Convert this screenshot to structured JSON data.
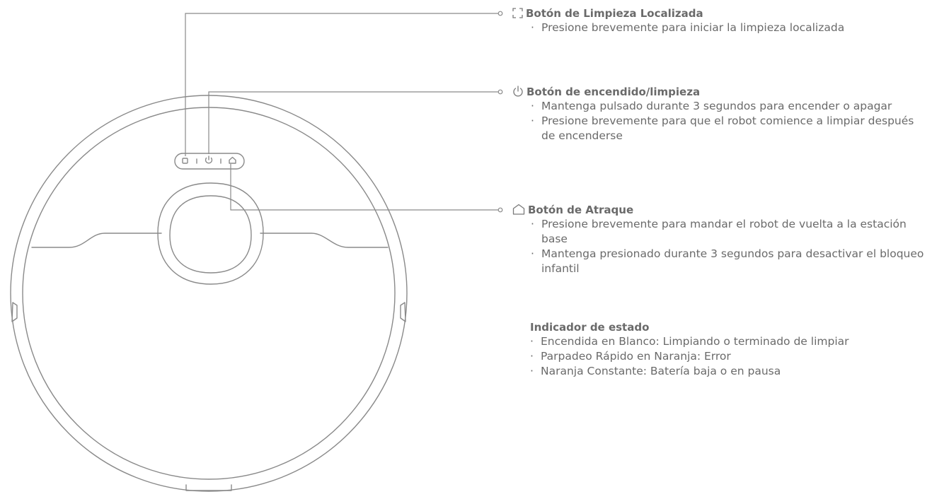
{
  "spot": {
    "icon": "spot-clean-icon",
    "title": "Botón de Limpieza Localizada",
    "items": [
      "Presione brevemente para iniciar la limpieza localizada"
    ]
  },
  "power": {
    "icon": "power-icon",
    "title": "Botón de encendido/limpieza",
    "items": [
      "Mantenga pulsado durante 3 segundos para encender o apagar",
      "Presione brevemente para que el robot comience a limpiar después de encenderse"
    ]
  },
  "dock": {
    "icon": "home-icon",
    "title": "Botón de Atraque",
    "items": [
      "Presione brevemente para mandar el robot de vuelta a la estación base",
      "Mantenga presionado durante 3 segundos para desactivar el bloqueo infantil"
    ]
  },
  "status": {
    "title": "Indicador de estado",
    "items": [
      "Encendida en Blanco: Limpiando o terminado de limpiar",
      "Parpadeo Rápido en Naranja: Error",
      "Naranja Constante: Batería baja o en pausa"
    ]
  },
  "colors": {
    "line": "#8a8a8a",
    "text": "#6a6a6a"
  }
}
